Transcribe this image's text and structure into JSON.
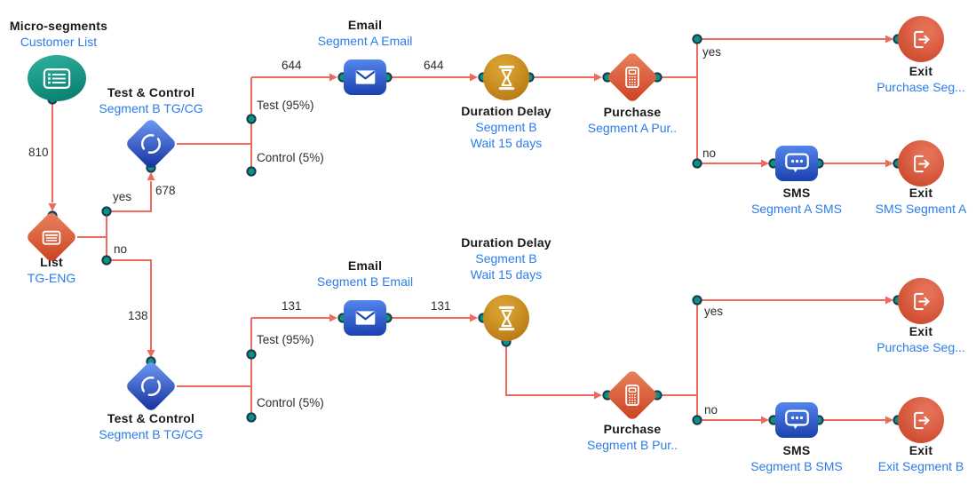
{
  "diagram": {
    "nodes": [
      {
        "id": "customer-list",
        "title": "Micro-segments",
        "subtitle": "Customer List",
        "icon": "customer-list-icon"
      },
      {
        "id": "list",
        "title": "List",
        "subtitle": "TG-ENG",
        "icon": "list-diamond-icon"
      },
      {
        "id": "test-control-top",
        "title": "Test & Control",
        "subtitle": "Segment B TG/CG",
        "icon": "ab-test-icon"
      },
      {
        "id": "email-top",
        "title": "Email",
        "subtitle": "Segment A Email",
        "icon": "email-icon"
      },
      {
        "id": "duration-delay-top",
        "title": "Duration Delay",
        "subtitle": "Segment B\nWait 15 days",
        "icon": "hourglass-icon"
      },
      {
        "id": "purchase-top",
        "title": "Purchase",
        "subtitle": "Segment A Pur..",
        "icon": "pos-terminal-icon"
      },
      {
        "id": "exit-purchase-a",
        "title": "Exit",
        "subtitle": "Purchase Seg...",
        "icon": "exit-icon"
      },
      {
        "id": "sms-top",
        "title": "SMS",
        "subtitle": "Segment A SMS",
        "icon": "sms-icon"
      },
      {
        "id": "exit-sms-a",
        "title": "Exit",
        "subtitle": "SMS Segment A",
        "icon": "exit-icon"
      },
      {
        "id": "test-control-bottom",
        "title": "Test & Control",
        "subtitle": "Segment B TG/CG",
        "icon": "ab-test-icon"
      },
      {
        "id": "email-bottom",
        "title": "Email",
        "subtitle": "Segment B Email",
        "icon": "email-icon"
      },
      {
        "id": "duration-delay-bottom",
        "title": "Duration Delay",
        "subtitle": "Segment B\nWait 15 days",
        "icon": "hourglass-icon"
      },
      {
        "id": "purchase-bottom",
        "title": "Purchase",
        "subtitle": "Segment B Pur..",
        "icon": "pos-terminal-icon"
      },
      {
        "id": "exit-purchase-b",
        "title": "Exit",
        "subtitle": "Purchase Seg...",
        "icon": "exit-icon"
      },
      {
        "id": "sms-bottom",
        "title": "SMS",
        "subtitle": "Segment B SMS",
        "icon": "sms-icon"
      },
      {
        "id": "exit-segment-b",
        "title": "Exit",
        "subtitle": "Exit Segment B",
        "icon": "exit-icon"
      }
    ],
    "edge_labels": {
      "e810": "810",
      "yes_list": "yes",
      "no_list": "no",
      "e678": "678",
      "e138": "138",
      "test_top": "Test (95%)",
      "control_top": "Control (5%)",
      "n644_1": "644",
      "n644_2": "644",
      "yes_top": "yes",
      "no_top": "no",
      "test_bottom": "Test (95%)",
      "control_bottom": "Control (5%)",
      "n131_1": "131",
      "n131_2": "131",
      "yes_bottom": "yes",
      "no_bottom": "no"
    },
    "colors": {
      "edge": "#EF6A5E",
      "port_fill": "#0E9180",
      "port_ring": "#173B4E",
      "title_text": "#1A1A1A",
      "subtitle_text": "#2B7CE9",
      "node_teal": "#148F7D",
      "node_orange": "#D85B35",
      "node_blue": "#2A52C4",
      "node_amber": "#C4891B",
      "node_red": "#D55138"
    }
  }
}
